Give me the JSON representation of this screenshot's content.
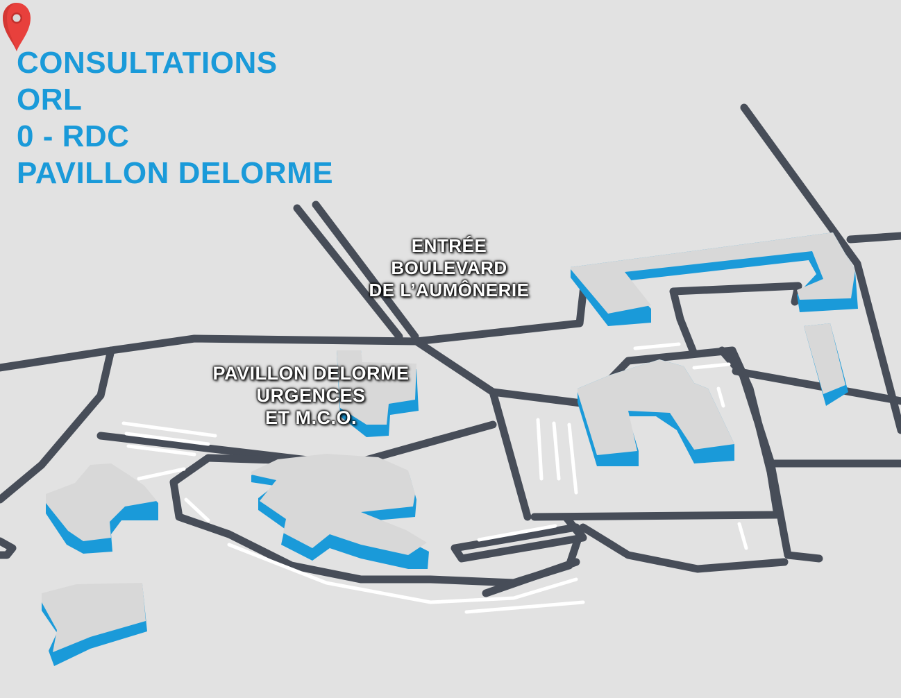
{
  "title": {
    "lines": [
      "CONSULTATIONS",
      "ORL",
      "0 - RDC",
      "PAVILLON DELORME"
    ],
    "color": "#1a9ad9"
  },
  "labels": {
    "entree": {
      "lines": [
        "ENTRÉE",
        "BOULEVARD",
        "DE L’AUMÔNERIE"
      ]
    },
    "delorme": {
      "lines": [
        "PAVILLON DELORME",
        "URGENCES",
        "ET M.C.O."
      ]
    }
  },
  "marker": {
    "icon": "map-pin-icon",
    "color": "#e8403c"
  },
  "colors": {
    "background": "#e2e2e2",
    "road": "#474d58",
    "building_top": "#d6d6d6",
    "building_side": "#1a9ad9",
    "markings": "#ffffff"
  }
}
